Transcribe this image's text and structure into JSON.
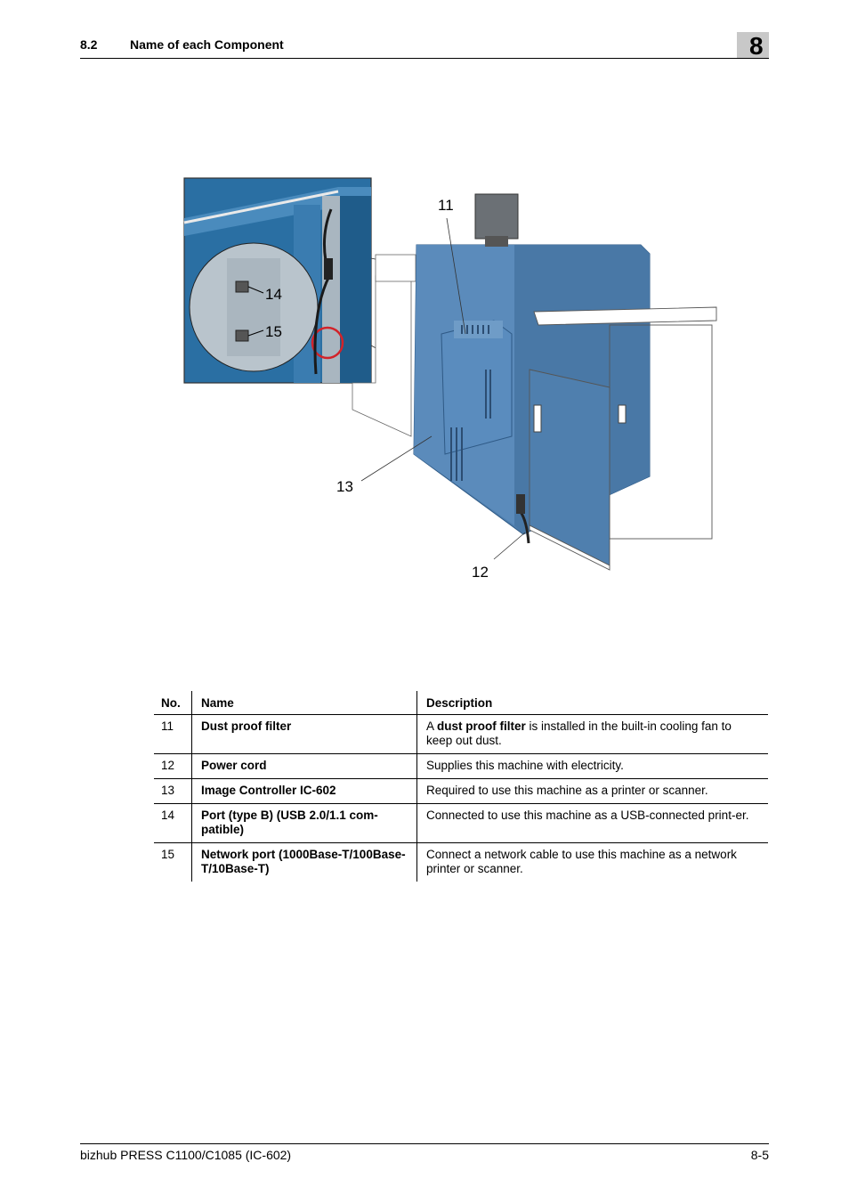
{
  "header": {
    "section_number": "8.2",
    "section_title": "Name of each Component",
    "chapter": "8"
  },
  "figure": {
    "callouts": {
      "c11": "11",
      "c12": "12",
      "c13": "13",
      "c14": "14",
      "c15": "15"
    },
    "colors": {
      "machine_blue": "#4f7fae",
      "inset_blue": "#2a6fa3",
      "highlight_red": "#d2232a"
    }
  },
  "table": {
    "headers": {
      "no": "No.",
      "name": "Name",
      "description": "Description"
    },
    "rows": [
      {
        "no": "11",
        "name": "Dust proof filter",
        "desc_pre": "A ",
        "desc_bold": "dust proof filter",
        "desc_post": " is installed in the built-in cooling fan to keep out dust."
      },
      {
        "no": "12",
        "name": "Power cord",
        "desc": "Supplies this machine with electricity."
      },
      {
        "no": "13",
        "name": "Image Controller IC-602",
        "desc": "Required to use this machine as a printer or scanner."
      },
      {
        "no": "14",
        "name": "Port (type B) (USB 2.0/1.1 com-patible)",
        "desc": "Connected to use this machine as a USB-connected print-er."
      },
      {
        "no": "15",
        "name": "Network port (1000Base-T/100Base-T/10Base-T)",
        "desc": "Connect a network cable to use this machine as a network printer or scanner."
      }
    ]
  },
  "footer": {
    "product": "bizhub PRESS C1100/C1085 (IC-602)",
    "page": "8-5"
  }
}
